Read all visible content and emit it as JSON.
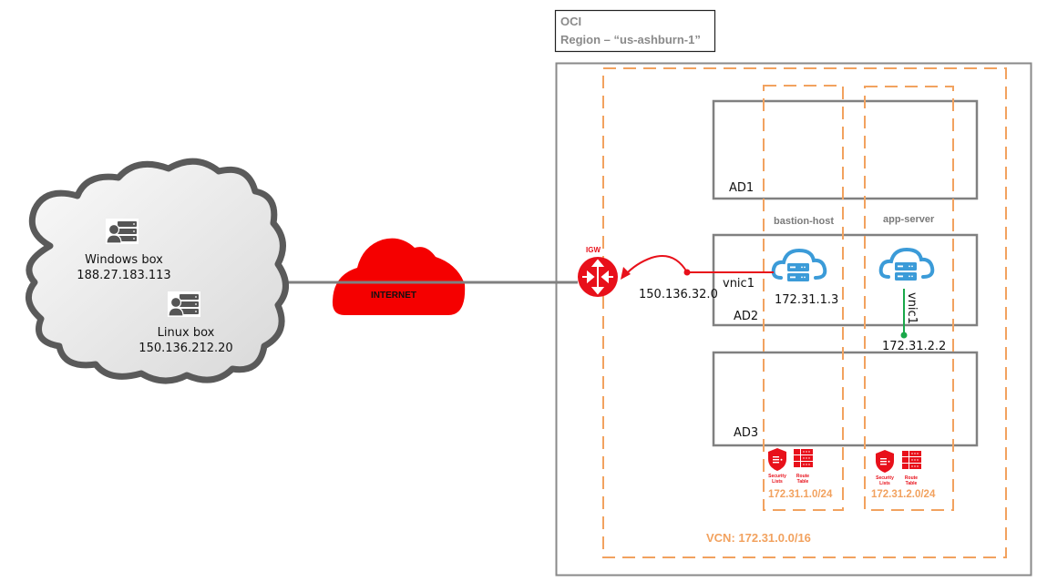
{
  "region_box": {
    "provider": "OCI",
    "region": "Region – “us-ashburn-1”"
  },
  "on_premise": {
    "hosts": [
      {
        "name": "Windows box",
        "ip": "188.27.183.113",
        "icon": "server-user-icon"
      },
      {
        "name": "Linux box",
        "ip": "150.136.212.20",
        "icon": "server-user-icon"
      }
    ]
  },
  "internet": {
    "label": "INTERNET",
    "color": "#f50000"
  },
  "igw": {
    "label": "IGW",
    "public_ip": "150.136.32.0",
    "color": "#e8101a"
  },
  "availability_domains": [
    "AD1",
    "AD2",
    "AD3"
  ],
  "vcn": {
    "label": "VCN:  172.31.0.0/16",
    "color": "#f2a25f"
  },
  "subnets": [
    {
      "hostname": "bastion-host",
      "private_ip": "172.31.1.3",
      "vnic": "vnic1",
      "cidr": "172.31.1.0/24",
      "security_label": [
        "Security",
        "Lists"
      ],
      "route_label": [
        "Route",
        "Table"
      ]
    },
    {
      "hostname": "app-server",
      "private_ip": "172.31.2.2",
      "vnic": "vnic1",
      "cidr": "172.31.2.0/24",
      "security_label": [
        "Security",
        "Lists"
      ],
      "route_label": [
        "Route",
        "Table"
      ]
    }
  ],
  "colors": {
    "instance_blue": "#3b9bd8",
    "vnic_red": "#e8101a",
    "vnic_green": "#1aa84a",
    "ad_border": "#808080"
  }
}
